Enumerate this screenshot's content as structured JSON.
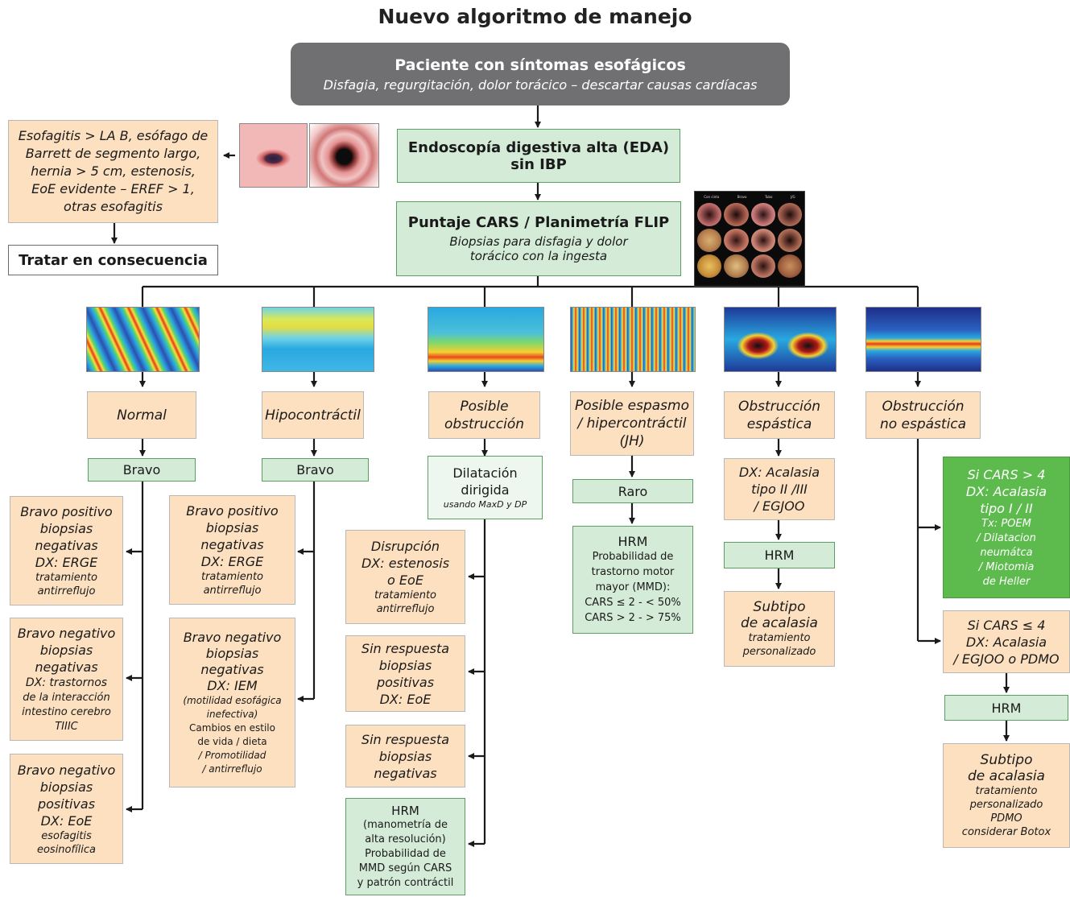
{
  "title": "Nuevo algoritmo de manejo",
  "colors": {
    "header": "#707072",
    "orange": "#fce0c0",
    "green": "#d4ebd7",
    "dark_green": "#5dbb4e",
    "line": "#1a1a1a"
  },
  "top": {
    "title": "Paciente con síntomas esofágicos",
    "subtitle": "Disfagia, regurgitación, dolor torácico – descartar causas cardíacas"
  },
  "eda": {
    "line1": "Endoscopía digestiva alta (EDA)",
    "line2": "sin IBP"
  },
  "esof": {
    "lines": [
      "Esofagitis > LA B, esófago de",
      "Barrett de segmento largo,",
      "hernia > 5 cm, estenosis,",
      "EoE evidente – EREF > 1,",
      "otras esofagitis"
    ]
  },
  "tratar": "Tratar en consecuencia",
  "cars": {
    "title": "Puntaje CARS / Planimetría FLIP",
    "lines": [
      "Biopsias para disfagia y dolor",
      "torácico con la ingesta"
    ]
  },
  "collage_labels": [
    "Con cinta",
    "Bravo",
    "Tubo",
    "J/G"
  ],
  "patterns": {
    "normal": "Normal",
    "hipo": "Hipocontráctil",
    "posible": [
      "Posible",
      "obstrucción"
    ],
    "espasmo": [
      "Posible espasmo",
      "/ hipercontráctil",
      "(JH)"
    ],
    "espastica": [
      "Obstrucción",
      "espástica"
    ],
    "noespastica": [
      "Obstrucción",
      "no espástica"
    ]
  },
  "col1": {
    "bravo": "Bravo",
    "b1": {
      "main": [
        "Bravo positivo",
        "biopsias",
        "negativas",
        "DX: ERGE"
      ],
      "small": [
        "tratamiento",
        "antirreflujo"
      ]
    },
    "b2": {
      "main": [
        "Bravo negativo",
        "biopsias",
        "negativas"
      ],
      "small": [
        "DX: trastornos",
        "de la interacción",
        "intestino cerebro",
        "TIIIC"
      ]
    },
    "b3": {
      "main": [
        "Bravo negativo",
        "biopsias",
        "positivas",
        "DX: EoE"
      ],
      "small": [
        "esofagitis",
        "eosinofílica"
      ]
    }
  },
  "col2": {
    "bravo": "Bravo",
    "b1": {
      "main": [
        "Bravo positivo",
        "biopsias",
        "negativas",
        "DX: ERGE"
      ],
      "small": [
        "tratamiento",
        "antirreflujo"
      ]
    },
    "b2": {
      "main": [
        "Bravo negativo",
        "biopsias",
        "negativas",
        "DX: IEM"
      ],
      "small": [
        "(motilidad esofágica",
        "inefectiva)",
        "Cambios en estilo",
        "de vida / dieta",
        "/ Promotilidad",
        "/ antirreflujo"
      ]
    }
  },
  "col3": {
    "dil": {
      "main": [
        "Dilatación",
        "dirigida"
      ],
      "small": "usando MaxD y DP"
    },
    "d1": {
      "main": [
        "Disrupción",
        "DX: estenosis",
        "o EoE"
      ],
      "small": [
        "tratamiento",
        "antirreflujo"
      ]
    },
    "d2": {
      "main": [
        "Sin respuesta",
        "biopsias",
        "positivas",
        "DX: EoE"
      ]
    },
    "d3": {
      "main": [
        "Sin respuesta",
        "biopsias",
        "negativas"
      ]
    },
    "hrm": {
      "lines": [
        "HRM",
        "(manometría de",
        "alta resolución)",
        "Probabilidad de",
        "MMD según CARS",
        "y patrón contráctil"
      ]
    }
  },
  "col4": {
    "raro": "Raro",
    "hrm": {
      "lines": [
        "HRM",
        "Probabilidad de",
        "trastorno motor",
        "mayor (MMD):",
        "CARS ≤ 2 - < 50%",
        "CARS > 2 - > 75%"
      ]
    }
  },
  "col5": {
    "dx": [
      "DX: Acalasia",
      "tipo II /III",
      "/ EGJOO"
    ],
    "hrm": "HRM",
    "sub": {
      "main": [
        "Subtipo",
        "de acalasia"
      ],
      "small": [
        "tratamiento",
        "personalizado"
      ]
    }
  },
  "col6": {
    "si1": {
      "main": [
        "Si CARS > 4",
        "DX: Acalasia",
        "tipo I / II"
      ],
      "small": [
        "Tx: POEM",
        "/ Dilatacion",
        "neumátca",
        "/ Miotomia",
        "de Heller"
      ]
    },
    "si2": {
      "main": [
        "Si CARS ≤ 4",
        "DX: Acalasia",
        "/ EGJOO o PDMO"
      ]
    },
    "hrm": "HRM",
    "sub": {
      "main": [
        "Subtipo",
        "de acalasia"
      ],
      "small": [
        "tratamiento",
        "personalizado",
        "PDMO",
        "considerar Botox"
      ]
    }
  }
}
